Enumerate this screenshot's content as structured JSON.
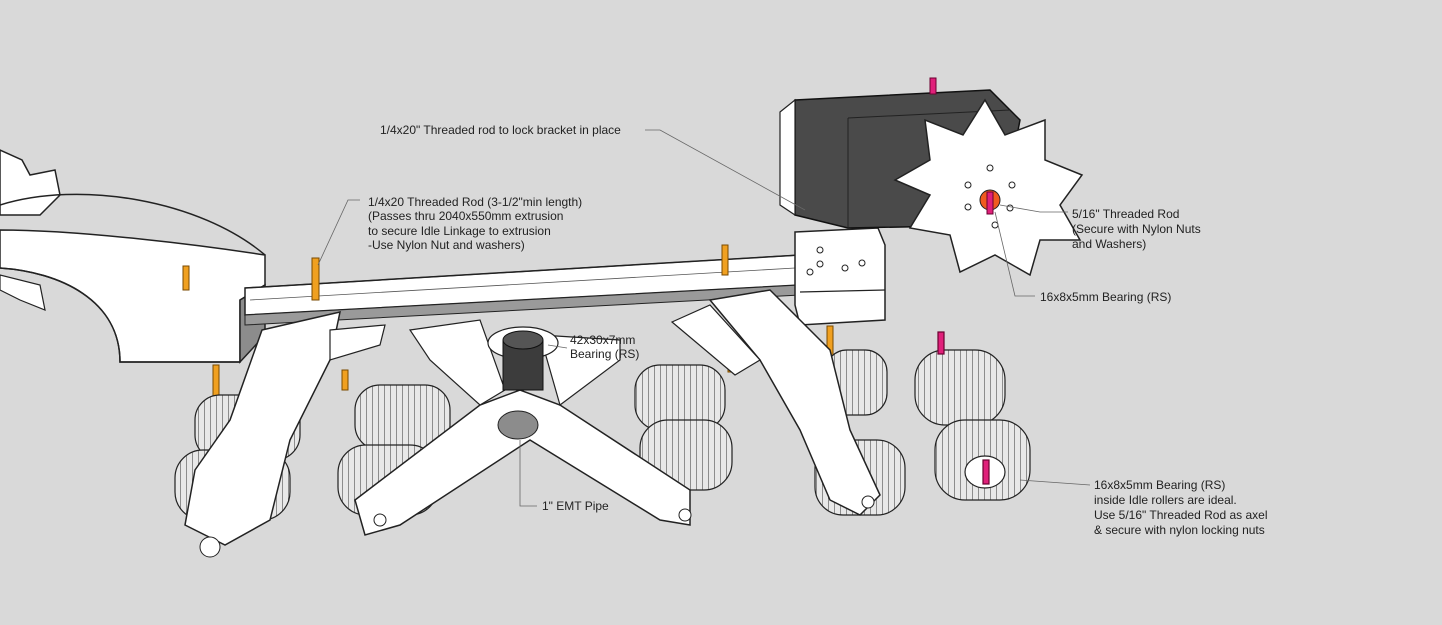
{
  "annotations": {
    "lock_bracket_rod": "1/4x20\" Threaded rod to lock bracket in place",
    "threaded_rod_line1": "1/4x20 Threaded Rod (3-1/2\"min length)",
    "threaded_rod_line2": "(Passes thru 2040x550mm extrusion",
    "threaded_rod_line3": "to secure Idle Linkage to extrusion",
    "threaded_rod_line4": "-Use Nylon Nut and washers)",
    "sprocket_rod_line1": "5/16\" Threaded Rod",
    "sprocket_rod_line2": "(Secure with Nylon Nuts",
    "sprocket_rod_line3": "and Washers)",
    "sprocket_bearing": "16x8x5mm Bearing (RS)",
    "pivot_bearing_line1": "42x30x7mm",
    "pivot_bearing_line2": "Bearing (RS)",
    "emt_pipe": "1\" EMT Pipe",
    "roller_bearing_line1": "16x8x5mm Bearing (RS)",
    "roller_bearing_line2": "inside Idle rollers are ideal.",
    "roller_bearing_line3": "Use 5/16\" Threaded Rod as axel",
    "roller_bearing_line4": "& secure with nylon locking nuts"
  },
  "colors": {
    "background": "#d9d9d9",
    "part_white": "#ffffff",
    "part_shadow": "#8c8c8c",
    "motor_block": "#4a4a4a",
    "rod_orange": "#f0a020",
    "axle_magenta": "#e0207a",
    "pipe_dark": "#3c3c3c"
  }
}
